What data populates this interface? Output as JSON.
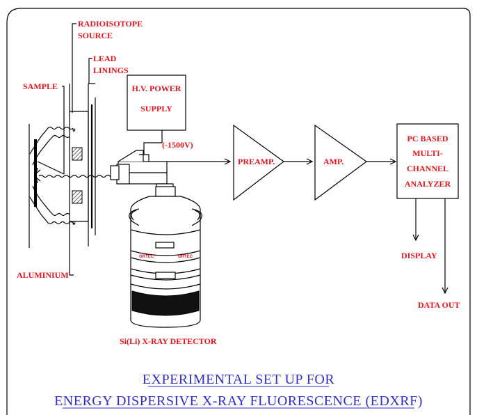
{
  "labels": {
    "radioisotope_line1": "RADIOISOTOPE",
    "radioisotope_line2": "SOURCE",
    "lead_line1": "LEAD",
    "lead_line2": "LININGS",
    "sample": "SAMPLE",
    "aluminium": "ALUMINIUM",
    "hv_line1": "H.V. POWER",
    "hv_line2": "SUPPLY",
    "voltage": "(-1500V)",
    "preamp": "PREAMP.",
    "amp": "AMP.",
    "pc_line1": "PC BASED",
    "pc_line2": "MULTI-",
    "pc_line3": "CHANNEL",
    "pc_line4": "ANALYZER",
    "display": "DISPLAY",
    "data_out": "DATA OUT",
    "detector": "Si(Li) X-RAY DETECTOR",
    "dewar_brand": "ORTEC"
  },
  "title": {
    "line1": "EXPERIMENTAL SET UP FOR",
    "line2": "ENERGY DISPERSIVE X-RAY FLUORESCENCE (EDXRF)"
  },
  "colors": {
    "label": "#e8141c",
    "title": "#2f2fd0",
    "line": "#000000"
  }
}
